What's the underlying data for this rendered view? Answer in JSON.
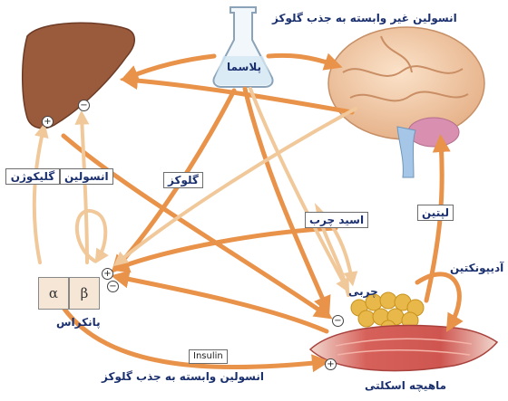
{
  "labels": {
    "plasma": "پلاسما",
    "brain_insulin": "انسولین غیر وابسته به جذب گلوکز",
    "glucose": "گلوکز",
    "glucagon": "گلیکوژن",
    "insulin_fa": "انسولین",
    "fatty_acid": "اسید چرب",
    "leptin": "لپتین",
    "adiponectin": "آدیپونکتین",
    "fat": "چربی",
    "pancreas": "پانکراس",
    "insulin_en": "Insulin",
    "muscle_insulin": "انسولین وابسته به جذب گلوکز",
    "muscle": "ماهیچه اسکلتی"
  },
  "pancreas_cells": [
    "α",
    "β"
  ],
  "signs": {
    "liver_plus": "+",
    "liver_minus": "−",
    "pancreas_plus": "+",
    "pancreas_minus": "−",
    "fat_minus": "−",
    "muscle_plus": "+"
  },
  "colors": {
    "arrow": "#e8924a",
    "arrow_light": "#f1c89a",
    "text": "#1a2f6e",
    "liver": "#9a5a3c",
    "brain": "#efc7a2",
    "muscle": "#d9706a",
    "fat": "#e8b84a"
  }
}
